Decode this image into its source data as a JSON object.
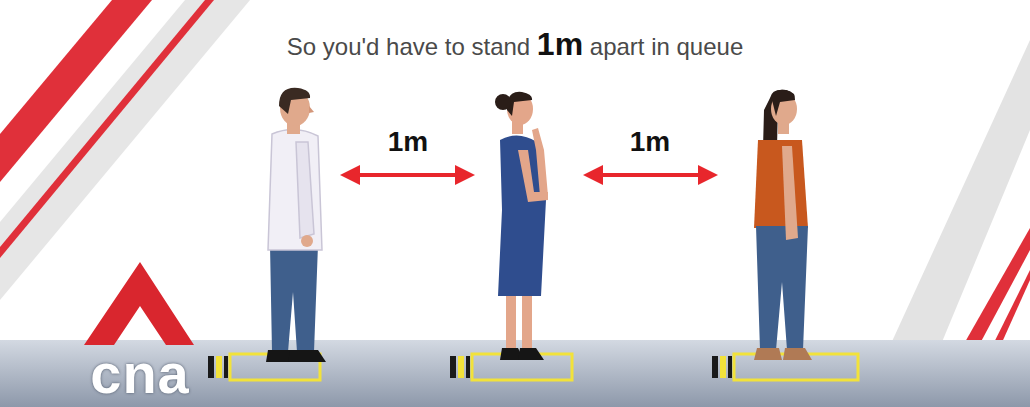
{
  "diagram": {
    "title": "So you'd have to stand 1m apart in queue",
    "labels": [
      "1m",
      "1m",
      "cna"
    ]
  }
}
